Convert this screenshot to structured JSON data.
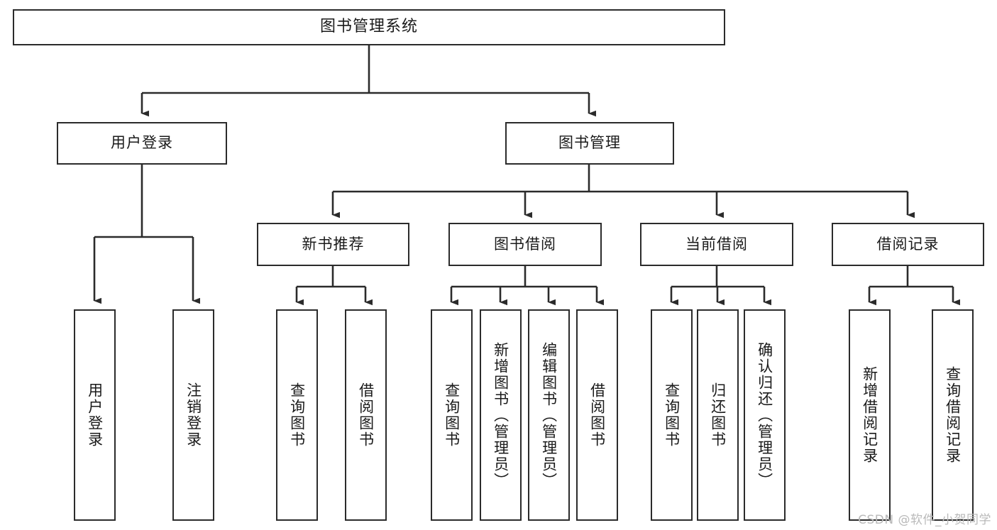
{
  "diagram": {
    "title": "图书管理系统",
    "type": "tree-hierarchy-chart",
    "root": {
      "id": "root",
      "label": "图书管理系统",
      "orientation": "horizontal"
    },
    "level2": [
      {
        "id": "user-login",
        "label": "用户登录",
        "orientation": "horizontal"
      },
      {
        "id": "book-manage",
        "label": "图书管理",
        "orientation": "horizontal"
      }
    ],
    "level3": [
      {
        "id": "new-book-recommend",
        "label": "新书推荐",
        "orientation": "horizontal",
        "parent": "book-manage"
      },
      {
        "id": "book-borrow",
        "label": "图书借阅",
        "orientation": "horizontal",
        "parent": "book-manage"
      },
      {
        "id": "current-borrow",
        "label": "当前借阅",
        "orientation": "horizontal",
        "parent": "book-manage"
      },
      {
        "id": "borrow-record",
        "label": "借阅记录",
        "orientation": "horizontal",
        "parent": "book-manage"
      }
    ],
    "leaves": [
      {
        "id": "leaf-user-login",
        "label": "用户登录",
        "parent": "user-login"
      },
      {
        "id": "leaf-user-logout",
        "label": "注销登录",
        "parent": "user-login"
      },
      {
        "id": "leaf-query-book-1",
        "label": "查询图书",
        "parent": "new-book-recommend"
      },
      {
        "id": "leaf-borrow-book-1",
        "label": "借阅图书",
        "parent": "new-book-recommend"
      },
      {
        "id": "leaf-query-book-2",
        "label": "查询图书",
        "parent": "book-borrow"
      },
      {
        "id": "leaf-add-book",
        "label": "新增图书（管理员）",
        "parent": "book-borrow"
      },
      {
        "id": "leaf-edit-book",
        "label": "编辑图书（管理员）",
        "parent": "book-borrow"
      },
      {
        "id": "leaf-borrow-book-2",
        "label": "借阅图书",
        "parent": "book-borrow"
      },
      {
        "id": "leaf-query-book-3",
        "label": "查询图书",
        "parent": "current-borrow"
      },
      {
        "id": "leaf-return-book",
        "label": "归还图书",
        "parent": "current-borrow"
      },
      {
        "id": "leaf-confirm-return",
        "label": "确认归还（管理员）",
        "parent": "current-borrow"
      },
      {
        "id": "leaf-add-record",
        "label": "新增借阅记录",
        "parent": "borrow-record"
      },
      {
        "id": "leaf-query-record",
        "label": "查询借阅记录",
        "parent": "borrow-record"
      }
    ],
    "colors": {
      "stroke": "#2b2b2b",
      "fill": "#ffffff",
      "text": "#1a1a1a",
      "watermark": "#b9b9b9"
    }
  },
  "watermark": {
    "text": "CSDN @软件_小贺同学"
  }
}
